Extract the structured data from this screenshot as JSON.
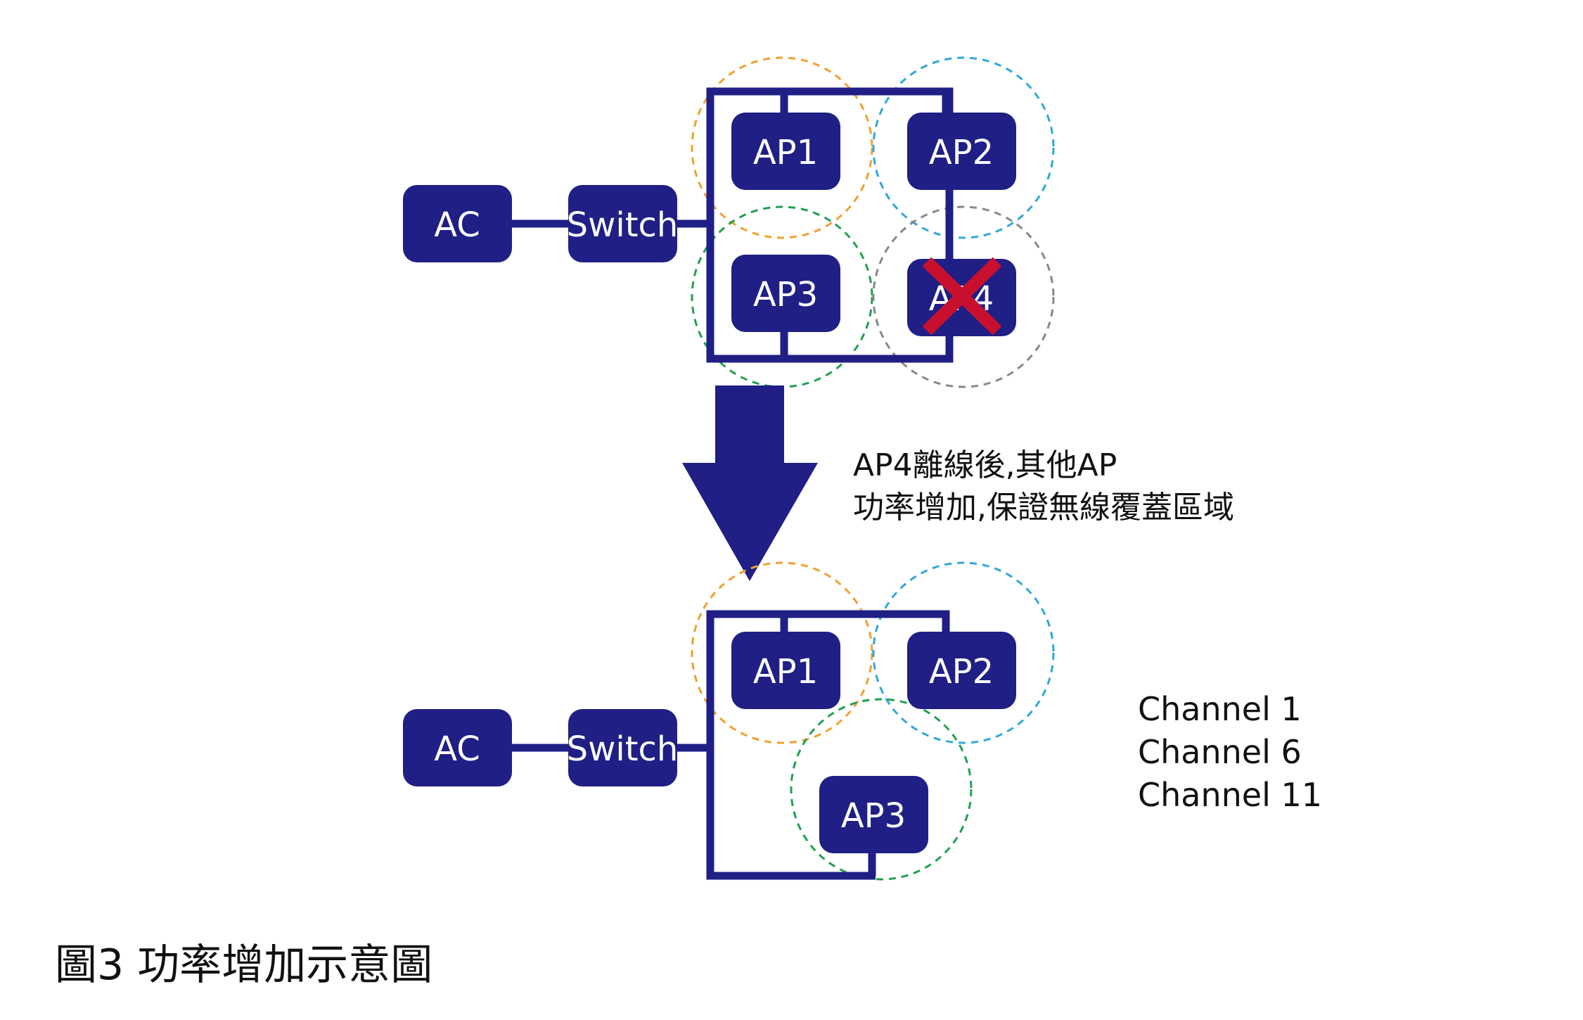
{
  "colors": {
    "node": "#1f1f85",
    "wire": "#1f1f85",
    "channel1": "#f0a030",
    "channel6": "#30a8d8",
    "channel11": "#20a050",
    "offline": "#888888",
    "cross": "#c8102e"
  },
  "before": {
    "ac": "AC",
    "switch": "Switch",
    "ap1": "AP1",
    "ap2": "AP2",
    "ap3": "AP3",
    "ap4": "AP4"
  },
  "note": {
    "line1": "AP4離線後,其他AP",
    "line2": "功率增加,保證無線覆蓋區域"
  },
  "after": {
    "ac": "AC",
    "switch": "Switch",
    "ap1": "AP1",
    "ap2": "AP2",
    "ap3": "AP3"
  },
  "legend": {
    "channel1": "Channel 1",
    "channel6": "Channel 6",
    "channel11": "Channel 11"
  },
  "caption": "圖3 功率增加示意圖"
}
